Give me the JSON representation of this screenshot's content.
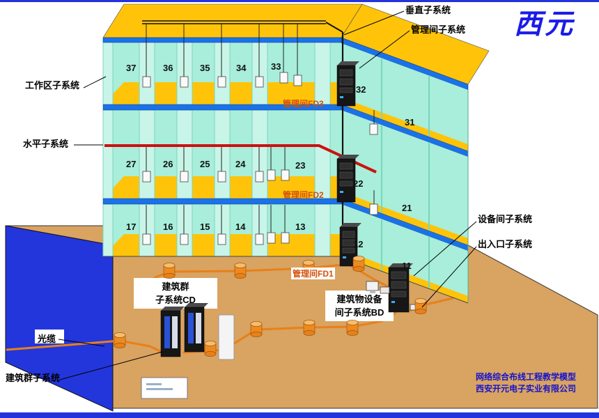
{
  "logo": "西元",
  "labels": {
    "work_area": "工作区子系统",
    "horizontal": "水平子系统",
    "optical_cable": "光缆",
    "campus": "建筑群子系统",
    "vertical": "垂直子系统",
    "management": "管理间子系统",
    "equipment_room": "设备间子系统",
    "entrance": "出入口子系统",
    "fd3": "管理间FD3",
    "fd2": "管理间FD2",
    "fd1": "管理间FD1",
    "cd_line1": "建筑群",
    "cd_line2": "子系统CD",
    "bd_line1": "建筑物设备",
    "bd_line2": "间子系统BD"
  },
  "rooms": {
    "floor3": [
      "37",
      "36",
      "35",
      "34",
      "33",
      "32",
      "31"
    ],
    "floor2": [
      "27",
      "26",
      "25",
      "24",
      "23",
      "22",
      "21"
    ],
    "floor1": [
      "17",
      "16",
      "15",
      "14",
      "13",
      "12",
      "11"
    ]
  },
  "footer": {
    "line1": "网络综合布线工程教学模型",
    "line2": "西安开元电子实业有限公司"
  },
  "colors": {
    "logo_blue": "#1B1BE8",
    "platform_blue": "#2336DC",
    "floor_yellow": "#FFC40A",
    "wall_cyan": "#A8EEDA",
    "slab_edge_blue": "#1B72E8",
    "ground_tan": "#D9A361",
    "horizontal_cable_red": "#CC1111",
    "ground_cable_orange": "#E8801A",
    "fd_label_orange": "#D4500C",
    "footer_blue": "#1414CC"
  }
}
